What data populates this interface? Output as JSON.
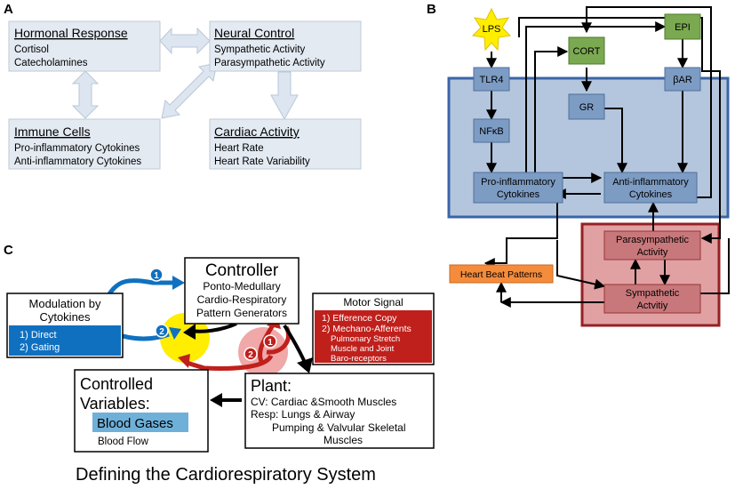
{
  "panelA": {
    "label": "A",
    "hormonal": {
      "title": "Hormonal Response",
      "lines": [
        "Cortisol",
        "Catecholamines"
      ]
    },
    "neural": {
      "title": "Neural Control",
      "lines": [
        "Sympathetic Activity",
        "Parasympathetic Activity"
      ]
    },
    "immune": {
      "title": "Immune Cells",
      "lines": [
        "Pro-inflammatory Cytokines",
        "Anti-inflammatory Cytokines"
      ]
    },
    "cardiac": {
      "title": "Cardiac Activity",
      "lines": [
        "Heart Rate",
        "Heart Rate Variability"
      ]
    }
  },
  "panelB": {
    "label": "B",
    "lps": "LPS",
    "cort": "CORT",
    "epi": "EPI",
    "tlr4": "TLR4",
    "gr": "GR",
    "bar": "βAR",
    "nfkb": "NFκB",
    "pro": [
      "Pro-inflammatory",
      "Cytokines"
    ],
    "anti": [
      "Anti-inflammatory",
      "Cytokines"
    ],
    "heart": "Heart Beat Patterns",
    "para": [
      "Parasympathetic",
      "Activity"
    ],
    "symp": [
      "Sympathetic",
      "Actvitiy"
    ]
  },
  "panelC": {
    "label": "C",
    "controller": {
      "title": "Controller",
      "lines": [
        "Ponto-Medullary",
        "Cardio-Respiratory",
        "Pattern Generators"
      ]
    },
    "modulation": {
      "title": [
        "Modulation by",
        "Cytokines"
      ],
      "items": [
        "1) Direct",
        "2) Gating"
      ]
    },
    "motor": {
      "title": "Motor Signal",
      "items": [
        "1) Efference Copy",
        "2) Mechano-Afferents"
      ],
      "sub": [
        "Pulmonary Stretch",
        "Muscle and Joint",
        "Baro-receptors"
      ]
    },
    "controlled": {
      "title": [
        "Controlled",
        "Variables:"
      ],
      "highlight": "Blood Gases",
      "extra": "Blood Flow"
    },
    "plant": {
      "title": "Plant:",
      "lines": [
        "CV: Cardiac &Smooth Muscles",
        "Resp: Lungs & Airway",
        "Pumping & Valvular Skeletal",
        "Muscles"
      ]
    },
    "markers": [
      "1",
      "2",
      "1",
      "2"
    ]
  },
  "caption": "Defining the Cardiorespiratory System",
  "colors": {
    "boxA": "#e3eaf2",
    "blueRegion": "#b4c6dd",
    "node": "#7d9cc4",
    "green": "#7aa951",
    "lps": "#ffee00",
    "redRegion": "#e1a1a3",
    "redNode": "#c8787b",
    "orange": "#f58c3c",
    "modBlue": "#1070c0",
    "motorRed": "#c0201c",
    "highlight": "#6fb0d8"
  }
}
